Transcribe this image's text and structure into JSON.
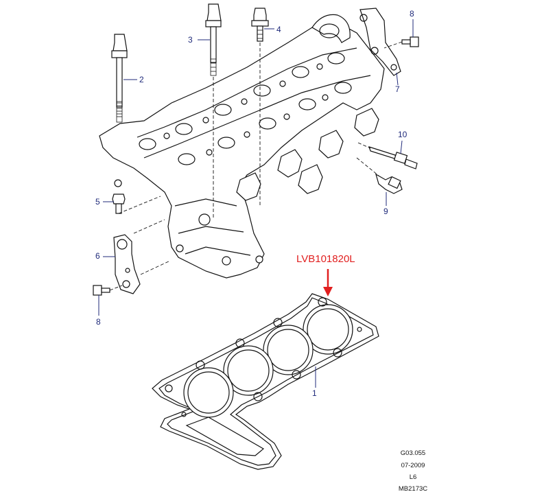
{
  "diagram": {
    "part_callout": {
      "text": "LVB101820L",
      "color": "#e11f1f"
    },
    "item_numbers": {
      "n1": "1",
      "n2": "2",
      "n3": "3",
      "n4": "4",
      "n5": "5",
      "n6": "6",
      "n7": "7",
      "n8a": "8",
      "n8b": "8",
      "n9": "9",
      "n10": "10"
    },
    "reference": {
      "code": "G03.055",
      "date": "07-2009",
      "model": "L6",
      "drawing": "MB2173C"
    },
    "colors": {
      "leader": "#1f2a7a",
      "arrow": "#e11f1f",
      "line": "#111111"
    }
  }
}
